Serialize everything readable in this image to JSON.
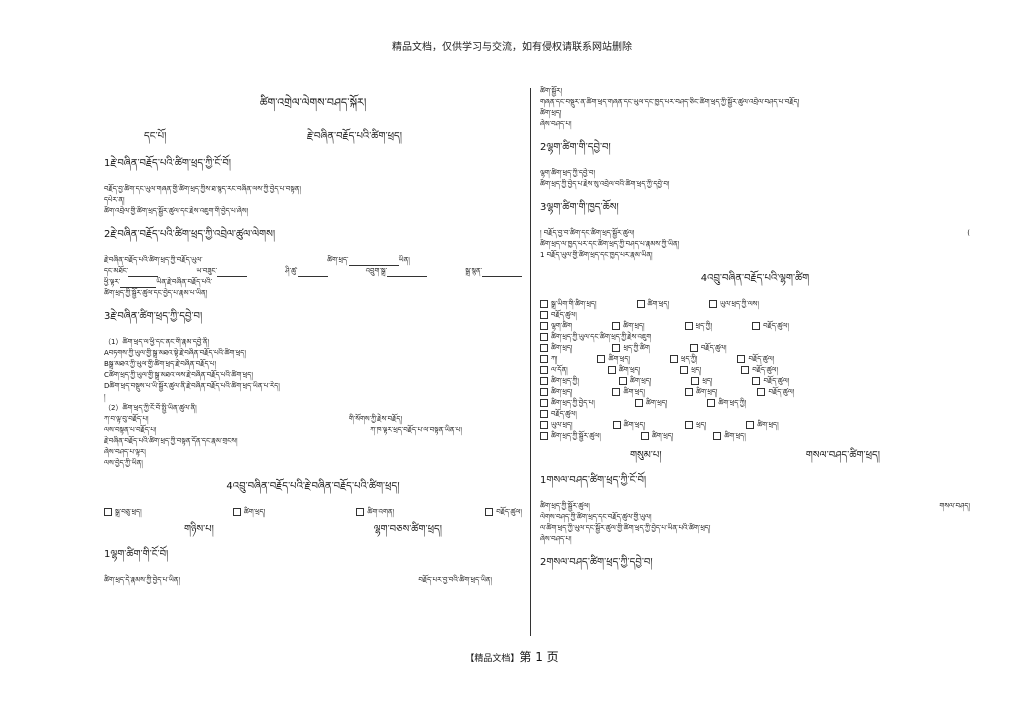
{
  "header_note": "精品文档，仅供学习与交流，如有侵权请联系网站删除",
  "footer": {
    "prefix": "【精品文档】",
    "page": "第 1 页"
  },
  "left": {
    "title": "ཚིག་འགྲེལ་ལེགས་བཤད་སྐོར།",
    "part1_label": "དང་པོ།",
    "part1_title": "རྗེ་བཞིན་བརྗོད་པའི་ཚིག་ཕྲད།",
    "s1": "1རྗེ་བཞིན་བརྗོད་པའི་ཚིག་ཕྲད་ཀྱི་ངོ་བོ།",
    "s1_lines": [
      "བརྗོད་བྱ་ཚིག་དང་ཡུལ་གཞན་གྱི་ཚིག་ཕྲད་ཀྱིས་ཐ་སྙད་རང་བཞིན་ལས་ཀྱི་བྱེད་པ་བསྟན།",
      "དཔེར་ན།",
      "ཚིག་འབྲེལ་གྱི་ཚིག་ཕྲད་སྦྱོར་ཚུལ་དང་རྗེས་འཇུག་གི་བྱེད་པ་ཞེས།"
    ],
    "s2": "2རྗེ་བཞིན་བརྗོད་པའི་ཚིག་ཕྲད་ཀྱི་འབྲེལ་ཚུལ་ལེགས།",
    "s2_intro": "རྗེ་བཞིན་བརྗོད་པའི་ཚིག་ཕྲད་ཀྱི་བརྗོད་ཡུལ་",
    "s2_blank_label": "ཚིག་ཕྲད་",
    "s2_blank_end": "ཡིན།",
    "s2_row": [
      "དང་མཐོང་",
      "ཡ་བཟུང་",
      "ཤི་ཚུ་",
      "འབྲུག་སྒྲ་",
      "སྒྲ་སྙན་"
    ],
    "s2_tail1": "ཕྱི་ལྟར་",
    "s2_tail1_end": "ཡིན་རྗེ་བཞིན་བརྗོད་པའི་",
    "s2_tail2": "ཚིག་ཕྲད་ཀྱི་སྦྱོར་ཚུལ་དང་བྱེད་པ་རྣམ་པ་ཡིན།",
    "s3": "3རྗེ་བཞིན་ཚིག་ཕྲད་ཀྱི་དབྱེ་བ།",
    "s3_lines": [
      "（1）ཚིག་ཕྲད་ལ་ཕྱི་དང་ནང་གི་རྣམ་དབྱེ་ནི།",
      "Aབཏགས་ཀྱི་ཡུལ་གྱི་སྒྲ་མཐའ་སྟེ་རྗེ་བཞིན་བརྗོད་པའི་ཚིག་ཕྲད།",
      "Bསྒྲ་མཐའ་ཀྱི་ཡུལ་གྱི་ཚིག་ཕྲད་རྗེ་བཞིན་བརྗོད་པ།",
      "Cཚིག་ཕྲད་ཀྱི་ཡུལ་གྱི་སྒྲ་མཐའ་ལས་རྗེ་བཞིན་བརྗོད་པའི་ཚིག་ཕྲད།",
      "Dཚིག་ཕྲད་བསྡུས་པ་ཡི་སྦྱོར་ཚུལ་ནི་རྗེ་བཞིན་བརྗོད་པའི་ཚིག་ཕྲད་ཡིན་པ་རེད།",
      "།",
      "（2）ཚིག་ཕྲད་ཀྱི་ངོ་བོ་སྤྱི་ཡིན་ཚུལ་ནི།",
      "ཀ་བ་ལྟ་བུ་བརྗོད་པ།",
      "ལས་བསྟན་པ་བརྗོད་པ།",
      "རྗེ་བཞིན་བརྗོད་པའི་ཚིག་ཕྲད་ཀྱི་བསྟན་དོན་དང་རྣམ་གྲངས།",
      "ཞེས་བཤད་པ་ལྟར།",
      "ལས་བྱེད་ཀྱི་ཡིན།"
    ],
    "s3_right1": "གི་སོགས་ཀྱི་རྗེས་བརྗོད།",
    "s3_right2": "ཀ་ཁ་ལྟར་ཕྲད་བརྗོད་པ་ལ་བསྟན་ཡིན་པ།",
    "s4": "4འབྲུ་བཞིན་བརྗོད་པའི་རྗེ་བཞིན་བརྗོད་པའི་ཚིག་ཕྲད།",
    "s4_options": [
      "སྒྲ་བཅུ་ཕྲད།",
      "ཚིག་ཕྲད།",
      "ཚིག་འགན།",
      "བརྗོད་ཚུལ།"
    ],
    "part2_label": "གཉིས་པ།",
    "part2_title": "ལྷག་བཅས་ཚིག་ཕྲད།",
    "s5": "1ལྷག་ཚིག་གི་ངོ་བོ།",
    "s5_line": "ཚིག་ཕྲད་དེ་རྣམས་ཀྱི་བྱེད་པ་ཡིན།",
    "s5_line2": "བརྗོད་པར་བྱ་བའི་ཚིག་ཕྲད་ཡིན།"
  },
  "right": {
    "top_lines": [
      "ཚིག་སྦྱོར།",
      "གཞན་དང་བསྡུར་ན་ཚིག་ཕྲད་གཞན་དང་ཡུལ་དང་ཁྱད་པར་བཤད་ཅིང་ཚིག་ཕྲད་ཀྱི་སྦྱོར་ཚུལ་འབྲེལ་བཤད་པ་བརྗོད།",
      "ཚིག་ཕྲད།",
      "ཞེས་བཤད་པ།"
    ],
    "s1": "2ལྷག་ཚིག་གི་དབྱེ་བ།",
    "s1_lines": [
      "ལྷག་ཚིག་ཕྲད་ཀྱི་དབྱེ་བ།",
      "ཚིག་ཕྲད་ཀྱི་བྱེད་པ་རྗེས་སུ་འབྲེལ་བའི་ཚིག་ཕྲད་ཀྱི་དབྱེ་བ།"
    ],
    "s2": "3ལྷག་ཚིག་གི་ཁྱད་ཆོས།",
    "s2_lines": [
      "།          བརྗོད་བྱ་བ་ཚིག་དང་ཚིག་ཕྲད་སྦྱོར་ཚུལ།",
      "ཚིག་ཕྲད་ལ་ཁྱད་པར་དང་ཚིག་ཕྲད་ཀྱི་བཤད་པ་རྣམས་ཀྱི་ཡིན།",
      "1  བརྗོད་ཡུལ་གྱི་ཚིག་ཕྲད་དང་ཁྱད་པར་རྣམ་ཡིན།"
    ],
    "s2_num_right": "(",
    "s3": "4འབྲུ་བཞིན་བརྗོད་པའི་ལྷག་ཚིག",
    "opt_rows": [
      [
        "སྒྲ་ཡིག་གི་ཚིག་ཕྲད།",
        "ཚིག་ཕྲད།",
        "ཡུལ་ཕྲད་ཀྱི་ལས།"
      ],
      [
        "བརྗོད་ཚུལ།"
      ],
      [
        "ལྷག་ཚིག",
        "ཚིག་ཕྲད།",
        "ཕྲད་ཀྱི།",
        "བརྗོད་ཚུལ།"
      ],
      [
        "ཚིག་ཕྲད་ཀྱི་ཡུལ་དང་ཚིག་ཕྲད་ཀྱི་རྗེས་འཇུག"
      ],
      [
        "ཚིག་ཕྲད།",
        "ཕྲད་ཀྱི་ཚིག",
        "བརྗོད་ཚུལ།"
      ],
      [
        "ཀ།",
        "ཚིག་ཕྲད།",
        "ཕྲད་ཀྱི།",
        "བརྗོད་ཚུལ།"
      ],
      [
        "ལ་དོན།",
        "ཚིག་ཕྲད།",
        "ཕྲད།",
        "བརྗོད་ཚུལ།"
      ],
      [
        "ཚིག་ཕྲད་ཀྱི།",
        "ཚིག་ཕྲད།",
        "ཕྲད།",
        "བརྗོད་ཚུལ།"
      ],
      [
        "ཚིག་ཕྲད།",
        "ཚིག་ཕྲད།",
        "ཚིག་ཕྲད།",
        "བརྗོད་ཚུལ།"
      ],
      [
        "ཚིག་ཕྲད་ཀྱི་བྱེད་པ།",
        "ཚིག་ཕྲད།",
        "ཚིག་ཕྲད་ཀྱི།"
      ],
      [
        "བརྗོད་ཚུལ།"
      ],
      [
        "ཡུལ་ཕྲད།",
        "ཚིག་ཕྲད།",
        "ཕྲད།",
        "ཚིག་ཕྲད།"
      ],
      [
        "ཚིག་ཕྲད་ཀྱི་སྦྱོར་ཚུལ།",
        "ཚིག་ཕྲད།",
        "ཚིག་ཕྲད།"
      ]
    ],
    "part3_label": "གསུམ་པ།",
    "part3_title": "གསལ་བཤད་ཚིག་ཕྲད།",
    "s4": "1གསལ་བཤད་ཚིག་ཕྲད་ཀྱི་ངོ་བོ།",
    "s4_lines": [
      "ཚིག་ཕྲད་ཀྱི་སྦྱོར་ཚུལ།",
      "ལེགས་བཤད་ཀྱི་ཚིག་ཕྲད་དང་བརྗོད་ཚུལ་གྱི་ཡུལ།",
      "ལ་ཚིག་ཕྲད་ཀྱི་ཡུལ་དང་སྦྱོར་ཚུལ་གྱི་ཚིག་ཕྲད་ཀྱི་བྱེད་པ་ཡིན་པའི་ཚིག་ཕྲད།",
      "ཞེས་བཤད་པ།"
    ],
    "s4_right": "གསལ་བཤད།",
    "s5": "2གསལ་བཤད་ཚིག་ཕྲད་ཀྱི་དབྱེ་བ།"
  }
}
